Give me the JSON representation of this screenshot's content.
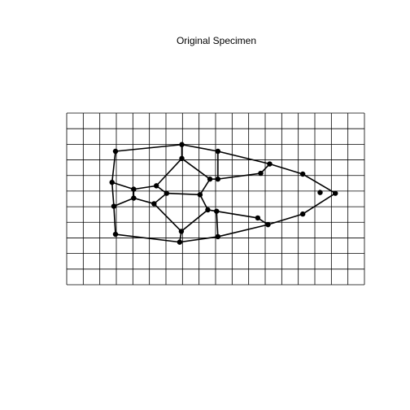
{
  "title": "Original Specimen",
  "colors": {
    "background": "#ffffff",
    "grid": "#000000",
    "outline": "#000000",
    "landmark": "#000000"
  },
  "chart_data": {
    "type": "scatter",
    "title": "Original Specimen",
    "xlabel": "",
    "ylabel": "",
    "xlim": [
      0,
      18
    ],
    "ylim": [
      0,
      11
    ],
    "grid": true,
    "grid_columns": 18,
    "grid_rows": 11,
    "points": [
      {
        "x": 2.95,
        "y": 8.55
      },
      {
        "x": 6.96,
        "y": 8.98
      },
      {
        "x": 9.14,
        "y": 8.55
      },
      {
        "x": 6.96,
        "y": 8.09
      },
      {
        "x": 2.74,
        "y": 6.56
      },
      {
        "x": 4.05,
        "y": 6.12
      },
      {
        "x": 5.42,
        "y": 6.34
      },
      {
        "x": 6.04,
        "y": 5.86
      },
      {
        "x": 8.66,
        "y": 6.77
      },
      {
        "x": 9.14,
        "y": 6.77
      },
      {
        "x": 11.73,
        "y": 7.14
      },
      {
        "x": 12.27,
        "y": 7.74
      },
      {
        "x": 14.27,
        "y": 7.09
      },
      {
        "x": 16.24,
        "y": 5.86
      },
      {
        "x": 15.32,
        "y": 5.91
      },
      {
        "x": 8.06,
        "y": 5.77
      },
      {
        "x": 2.85,
        "y": 5.03
      },
      {
        "x": 4.05,
        "y": 5.55
      },
      {
        "x": 5.28,
        "y": 5.19
      },
      {
        "x": 8.53,
        "y": 4.8
      },
      {
        "x": 9.06,
        "y": 4.71
      },
      {
        "x": 11.55,
        "y": 4.28
      },
      {
        "x": 12.17,
        "y": 3.85
      },
      {
        "x": 14.27,
        "y": 4.53
      },
      {
        "x": 6.93,
        "y": 3.42
      },
      {
        "x": 2.95,
        "y": 3.23
      },
      {
        "x": 6.83,
        "y": 2.73
      },
      {
        "x": 9.14,
        "y": 3.08
      }
    ],
    "links": [
      [
        0,
        1
      ],
      [
        1,
        2
      ],
      [
        2,
        11
      ],
      [
        11,
        12
      ],
      [
        12,
        13
      ],
      [
        13,
        23
      ],
      [
        23,
        22
      ],
      [
        22,
        27
      ],
      [
        27,
        26
      ],
      [
        26,
        25
      ],
      [
        25,
        16
      ],
      [
        16,
        4
      ],
      [
        4,
        0
      ],
      [
        1,
        3
      ],
      [
        3,
        6
      ],
      [
        6,
        5
      ],
      [
        5,
        4
      ],
      [
        3,
        8
      ],
      [
        8,
        9
      ],
      [
        9,
        2
      ],
      [
        9,
        10
      ],
      [
        10,
        11
      ],
      [
        8,
        15
      ],
      [
        15,
        19
      ],
      [
        19,
        20
      ],
      [
        20,
        21
      ],
      [
        21,
        22
      ],
      [
        20,
        27
      ],
      [
        19,
        24
      ],
      [
        24,
        26
      ],
      [
        24,
        18
      ],
      [
        18,
        7
      ],
      [
        7,
        6
      ],
      [
        7,
        15
      ],
      [
        18,
        17
      ],
      [
        17,
        16
      ],
      [
        17,
        5
      ]
    ]
  }
}
